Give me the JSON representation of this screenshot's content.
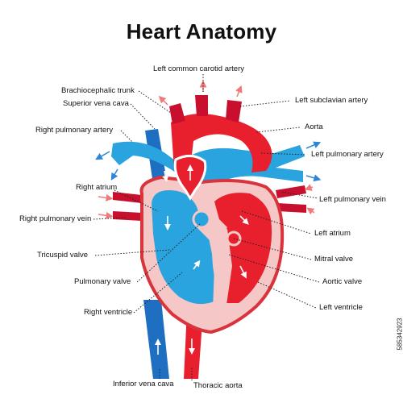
{
  "title": "Heart Anatomy",
  "labels": {
    "left_common_carotid_artery": "Left common carotid artery",
    "brachiocephalic_trunk": "Brachiocephalic trunk",
    "superior_vena_cava": "Superior vena cava",
    "left_subclavian_artery": "Left subclavian artery",
    "right_pulmonary_artery": "Right pulmonary artery",
    "aorta": "Aorta",
    "left_pulmonary_artery": "Left pulmonary artery",
    "right_atrium": "Right atrium",
    "left_pulmonary_vein": "Left pulmonary vein",
    "right_pulmonary_vein": "Right pulmonary vein",
    "left_atrium": "Left atrium",
    "tricuspid_valve": "Tricuspid valve",
    "mitral_valve": "Mitral valve",
    "pulmonary_valve": "Pulmonary valve",
    "aortic_valve": "Aortic valve",
    "right_ventricle": "Right ventricle",
    "left_ventricle": "Left ventricle",
    "inferior_vena_cava": "Inferior vena cava",
    "thoracic_aorta": "Thoracic aorta"
  },
  "watermark": "585342923",
  "colors": {
    "oxygenated_red": "#e8202e",
    "oxygenated_dark": "#c8102e",
    "deoxygenated_blue": "#29a4de",
    "deoxygenated_dark": "#1e6fc2",
    "heart_wall": "#f6c7c7",
    "heart_outline": "#d9343c",
    "leader_line": "#222222"
  },
  "icons": [
    "flow-arrow-red",
    "flow-arrow-blue"
  ]
}
